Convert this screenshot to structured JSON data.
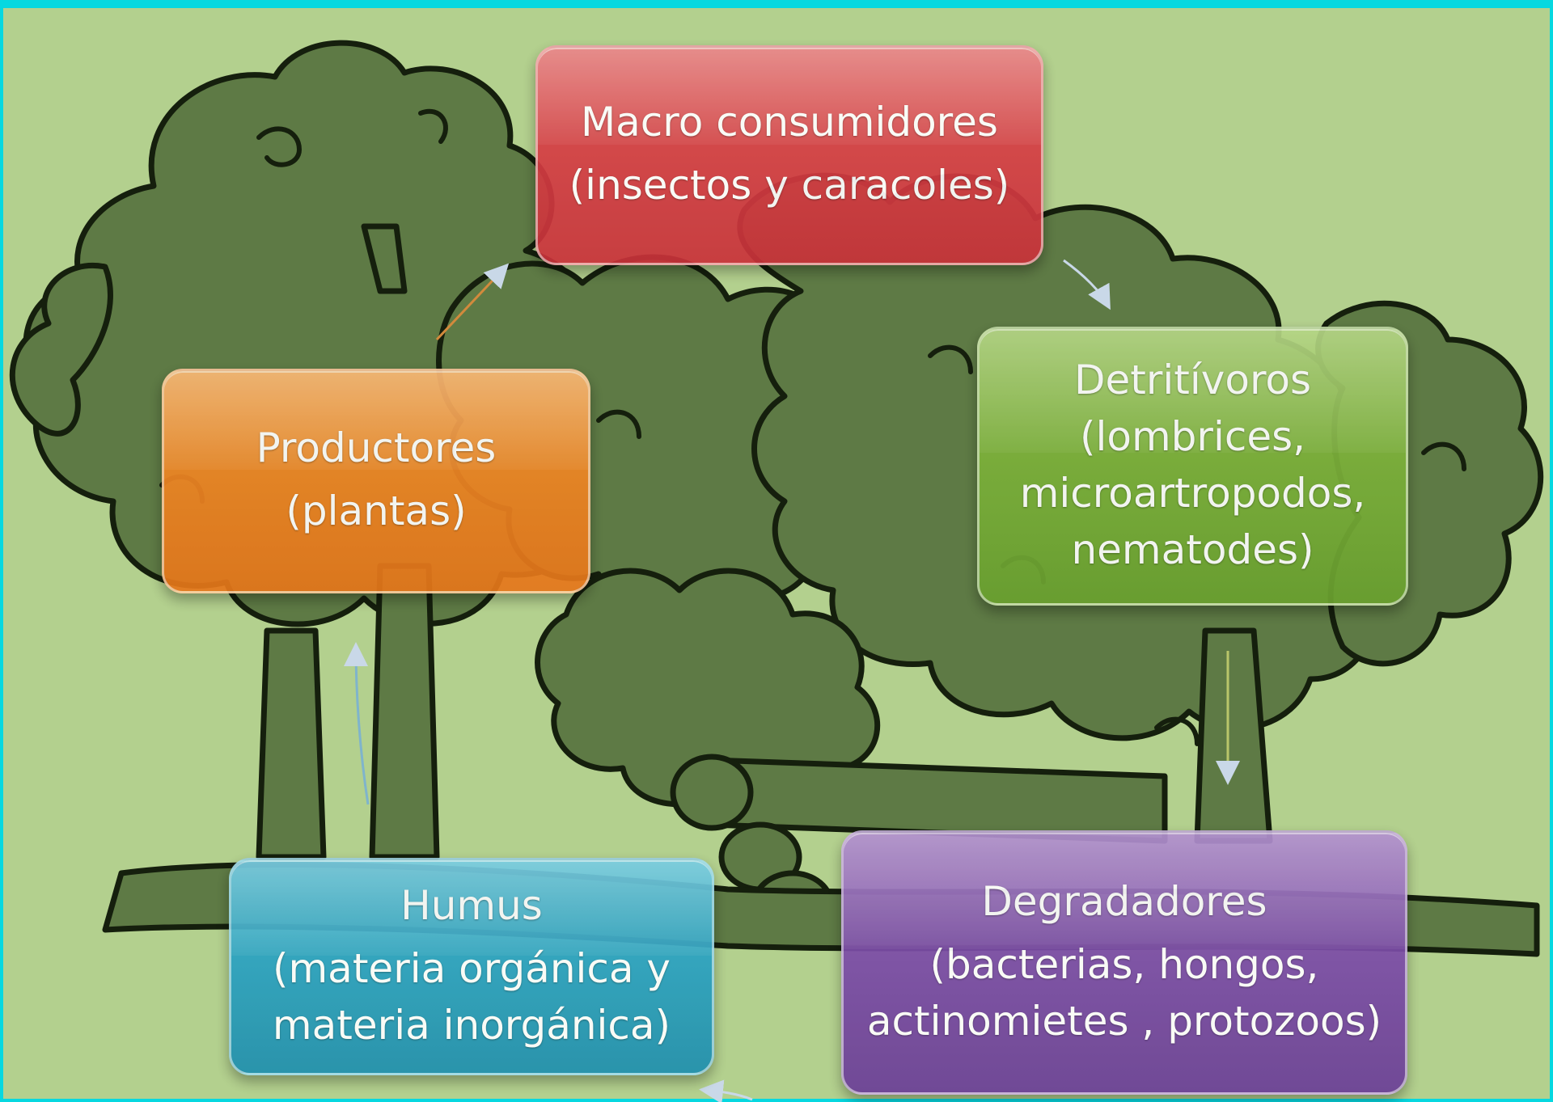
{
  "colors": {
    "frame": "#06d8e0",
    "background": "#b3d08e",
    "tree_fill": "#5e7a45",
    "tree_outline": "#151f0d",
    "macro": "#d8383f",
    "detritivoros": "#7bb33a",
    "productores": "#f0821f",
    "humus": "#2aa3c4",
    "degradadores": "#7c4aa8"
  },
  "boxes": {
    "macro": {
      "title": "Macro consumidores",
      "subtitle": "(insectos y caracoles)"
    },
    "detritivoros": {
      "title": "Detritívoros",
      "subtitle": "(lombrices,\nmicroartropodos,\nnematodes)"
    },
    "productores": {
      "title": "Productores",
      "subtitle": "(plantas)"
    },
    "humus": {
      "title": "Humus",
      "subtitle": "(materia orgánica y\nmateria inorgánica)"
    },
    "degradadores": {
      "title": "Degradadores",
      "subtitle": "(bacterias, hongos,\nactinomietes , protozoos)"
    }
  },
  "arrows": [
    {
      "from": "productores",
      "to": "macro"
    },
    {
      "from": "macro",
      "to": "detritivoros"
    },
    {
      "from": "detritivoros",
      "to": "degradadores"
    },
    {
      "from": "degradadores",
      "to": "humus"
    },
    {
      "from": "humus",
      "to": "productores"
    }
  ]
}
